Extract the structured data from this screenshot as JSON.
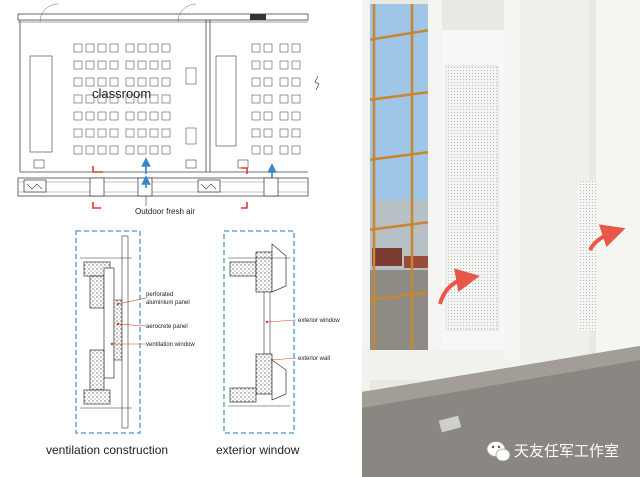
{
  "plan": {
    "room_label": "classroom",
    "fresh_air_label": "Outdoor fresh air"
  },
  "details": {
    "left": {
      "caption": "ventilation construction",
      "callouts": [
        "perforated",
        "aluminium panel",
        "aerocrete panel",
        "ventilation window"
      ]
    },
    "right": {
      "caption": "exterior window",
      "callouts": [
        "exterior window",
        "exterior wall"
      ]
    }
  },
  "watermark": {
    "text": "天友任军工作室",
    "icon": "wechat-icon"
  },
  "colors": {
    "section_marker": "#e03a2c",
    "detail_box": "#6aa9dc",
    "airflow_arrow": "#e8574a",
    "sky": "#9fc6e6"
  }
}
